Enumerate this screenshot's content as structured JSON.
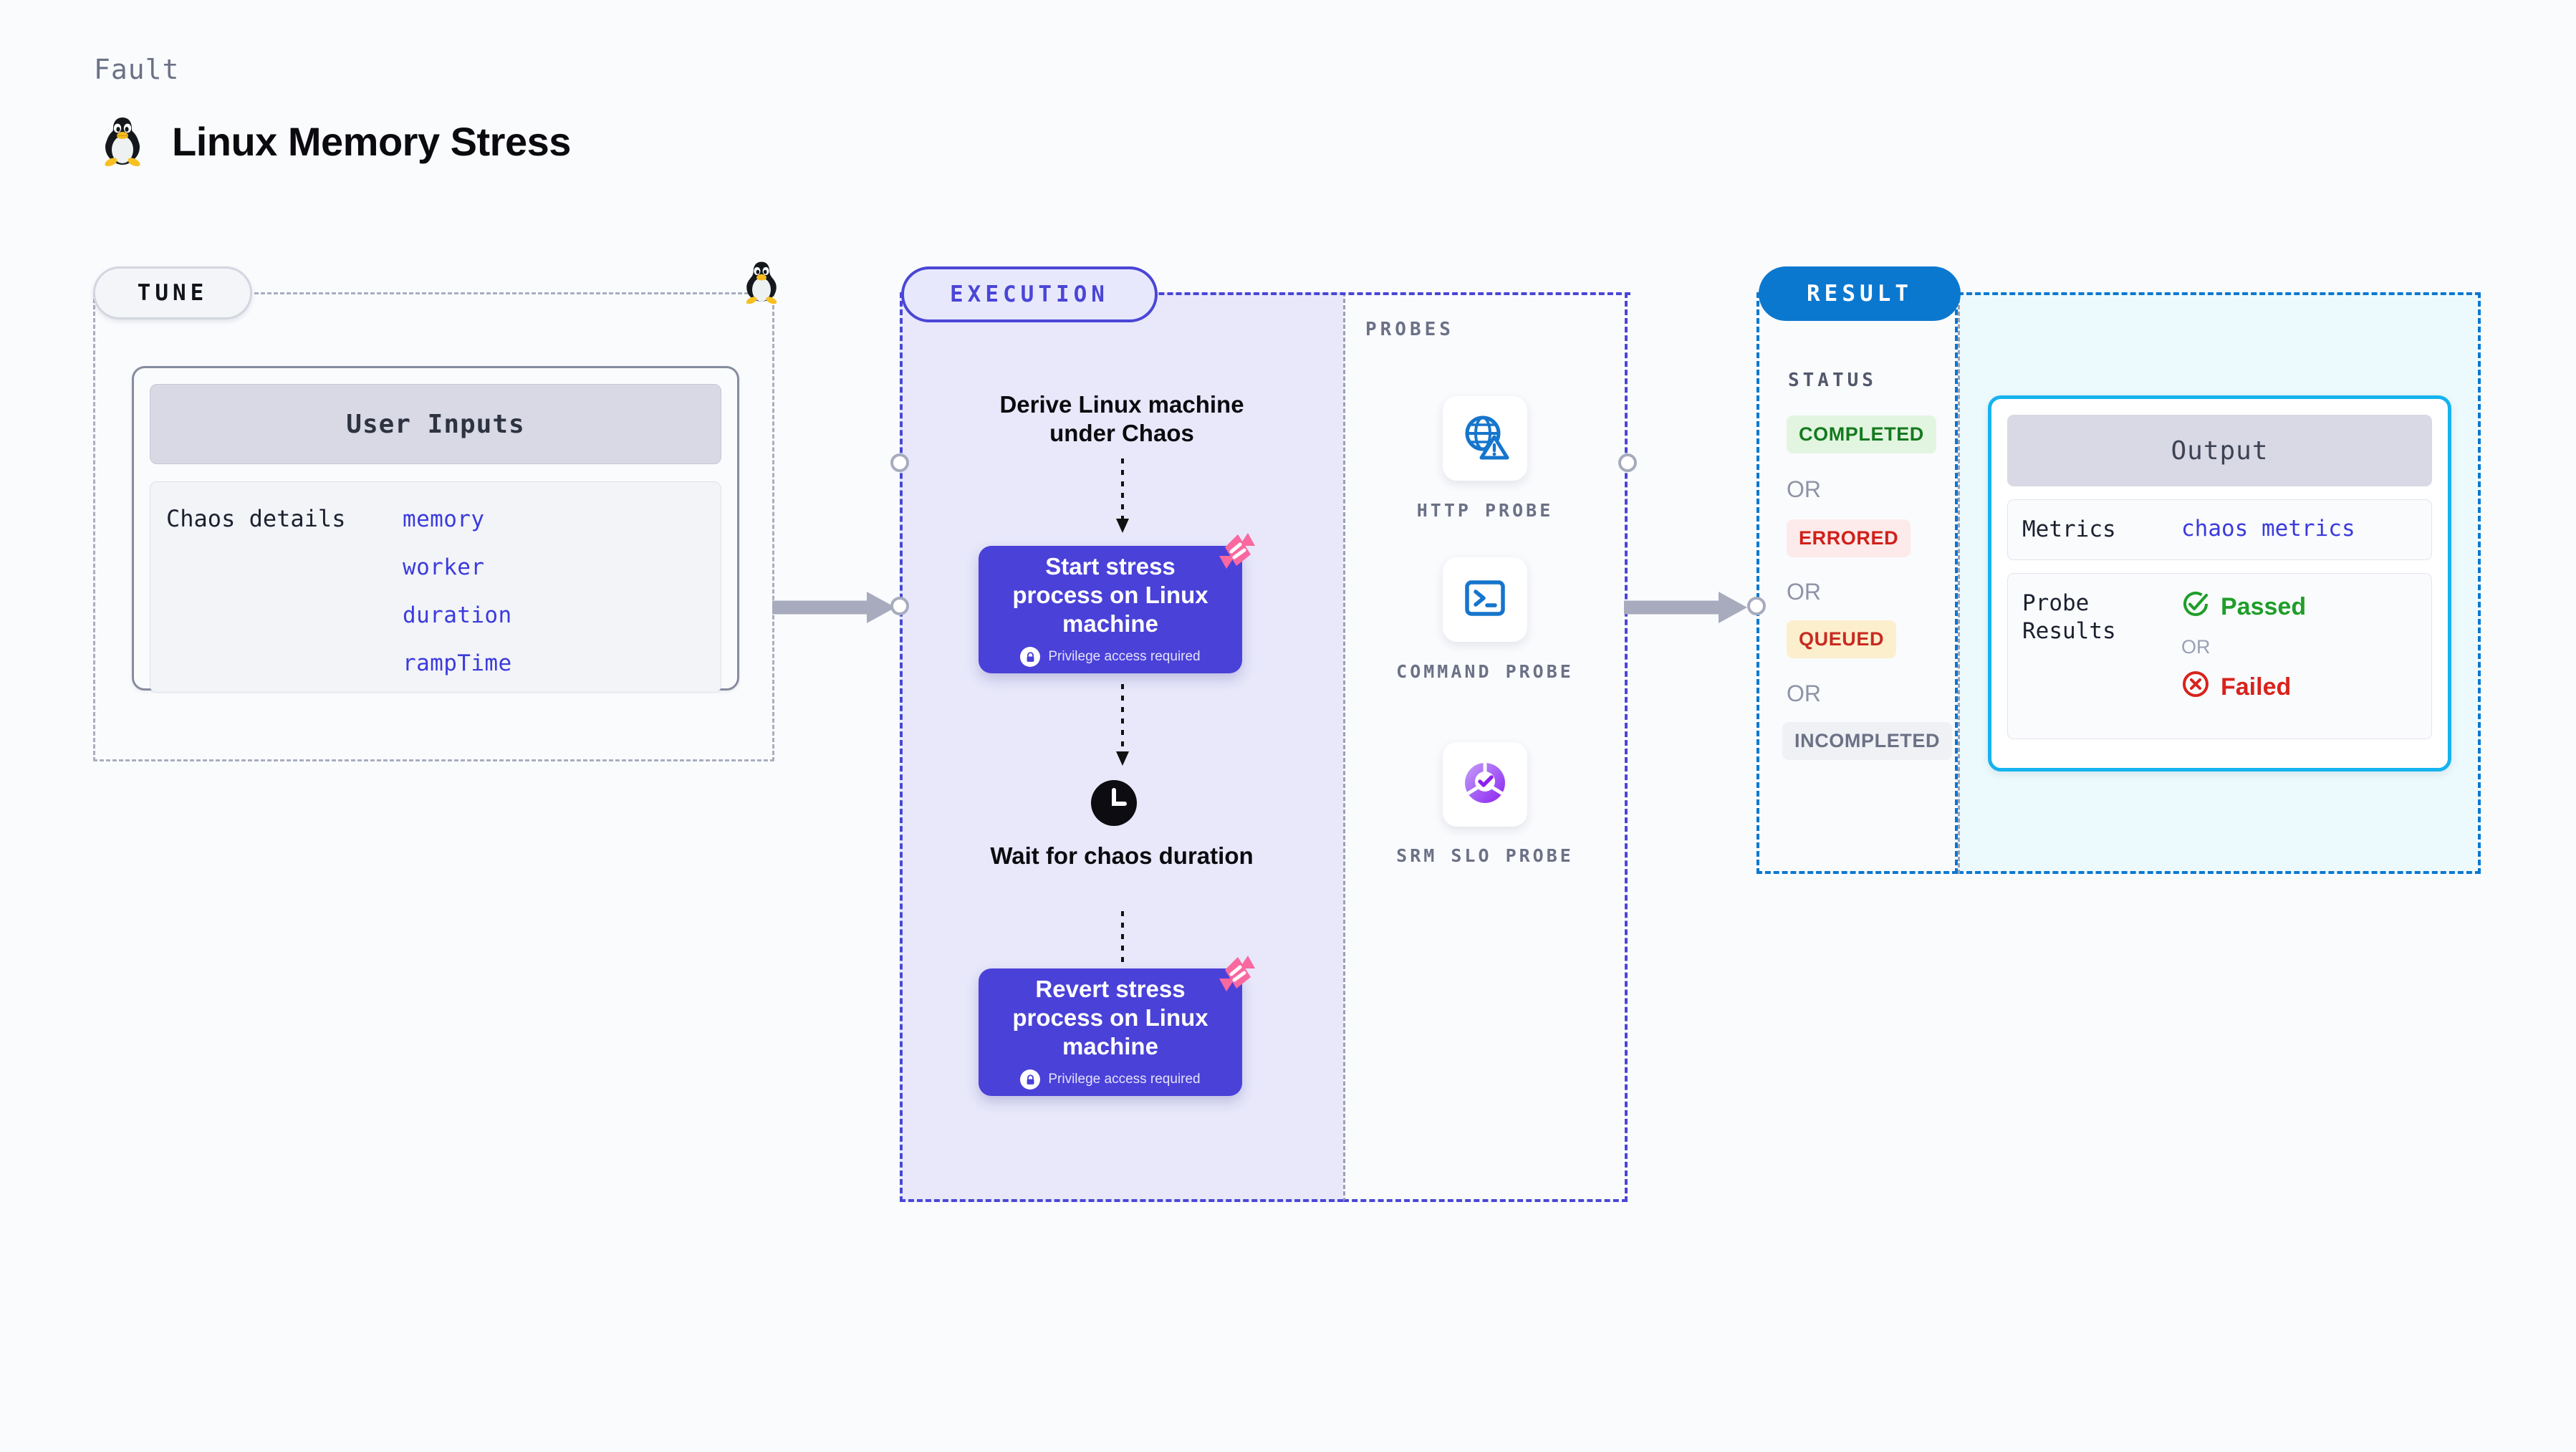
{
  "header": {
    "kicker": "Fault",
    "title": "Linux Memory Stress",
    "icon": "tux-penguin-icon"
  },
  "tune": {
    "badge": "TUNE",
    "card": {
      "header": "User Inputs",
      "label": "Chaos details",
      "params": [
        "memory",
        "worker",
        "duration",
        "rampTime"
      ]
    }
  },
  "execution": {
    "badge": "EXECUTION",
    "steps": [
      {
        "kind": "text",
        "title": "Derive Linux machine under Chaos"
      },
      {
        "kind": "node",
        "title": "Start stress process on Linux machine",
        "note": "Privilege access required"
      },
      {
        "kind": "wait",
        "title": "Wait for chaos duration",
        "icon": "clock-icon"
      },
      {
        "kind": "node",
        "title": "Revert stress process on Linux machine",
        "note": "Privilege access required"
      }
    ]
  },
  "probes": {
    "title": "PROBES",
    "items": [
      {
        "label": "HTTP PROBE",
        "icon": "globe-warning-icon"
      },
      {
        "label": "COMMAND PROBE",
        "icon": "terminal-icon"
      },
      {
        "label": "SRM SLO PROBE",
        "icon": "slo-donut-check-icon"
      }
    ]
  },
  "result": {
    "badge": "RESULT",
    "status_title": "STATUS",
    "or_label": "OR",
    "statuses": [
      {
        "label": "COMPLETED",
        "bg": "#e2f5e0",
        "fg": "#157a1f"
      },
      {
        "label": "ERRORED",
        "bg": "#fdeaea",
        "fg": "#d0201a"
      },
      {
        "label": "QUEUED",
        "bg": "#fcefcd",
        "fg": "#c92a22"
      },
      {
        "label": "INCOMPLETED",
        "bg": "#f0f1f5",
        "fg": "#6b7186"
      }
    ],
    "output": {
      "header": "Output",
      "metrics_key": "Metrics",
      "metrics_value": "chaos metrics",
      "probe_key": "Probe Results",
      "passed": "Passed",
      "or_label": "OR",
      "failed": "Failed"
    }
  },
  "colors": {
    "indigo": "#4a41d8",
    "indigo_border": "#4a46d6",
    "exec_bg": "#e8e8fa",
    "result_blue": "#0b78d0",
    "output_cyan": "#16b3ef",
    "result_bg": "#edfafd",
    "mono_blue": "#3b3bdd",
    "pink": "#f9689f",
    "gray_dash": "#a9aebf",
    "page_bg": "#fafbfd"
  }
}
